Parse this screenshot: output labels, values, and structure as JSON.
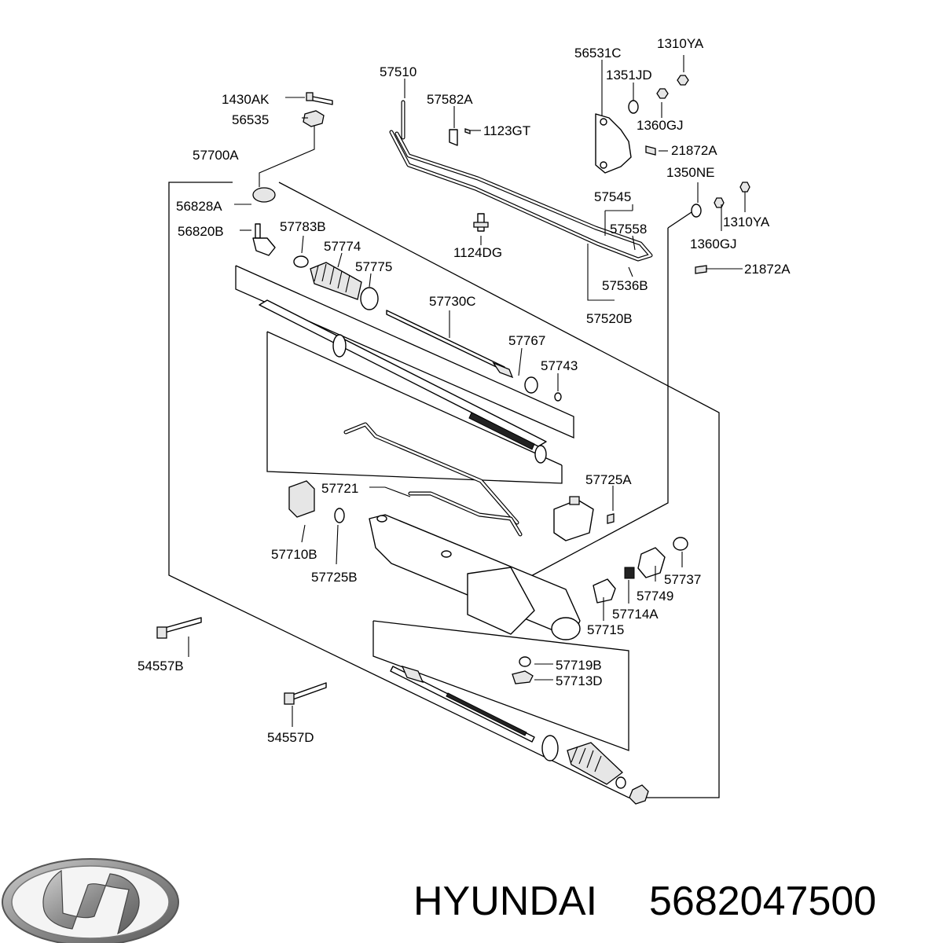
{
  "brand": {
    "name": "HYUNDAI",
    "part_number": "5682047500"
  },
  "diagram": {
    "labels": [
      {
        "key": "1310YA_top",
        "text": "1310YA"
      },
      {
        "key": "56531C",
        "text": "56531C"
      },
      {
        "key": "57510",
        "text": "57510"
      },
      {
        "key": "1351JD",
        "text": "1351JD"
      },
      {
        "key": "1430AK",
        "text": "1430AK"
      },
      {
        "key": "57582A",
        "text": "57582A"
      },
      {
        "key": "56535",
        "text": "56535"
      },
      {
        "key": "1123GT",
        "text": "1123GT"
      },
      {
        "key": "1360GJ_top",
        "text": "1360GJ"
      },
      {
        "key": "57700A",
        "text": "57700A"
      },
      {
        "key": "21872A_top",
        "text": "21872A"
      },
      {
        "key": "1350NE",
        "text": "1350NE"
      },
      {
        "key": "57545",
        "text": "57545"
      },
      {
        "key": "56828A",
        "text": "56828A"
      },
      {
        "key": "1310YA_mid",
        "text": "1310YA"
      },
      {
        "key": "56820B",
        "text": "56820B"
      },
      {
        "key": "57783B",
        "text": "57783B"
      },
      {
        "key": "57558",
        "text": "57558"
      },
      {
        "key": "1360GJ_mid",
        "text": "1360GJ"
      },
      {
        "key": "57774",
        "text": "57774"
      },
      {
        "key": "1124DG",
        "text": "1124DG"
      },
      {
        "key": "57775",
        "text": "57775"
      },
      {
        "key": "21872A_mid",
        "text": "21872A"
      },
      {
        "key": "57536B",
        "text": "57536B"
      },
      {
        "key": "57730C",
        "text": "57730C"
      },
      {
        "key": "57520B",
        "text": "57520B"
      },
      {
        "key": "57767",
        "text": "57767"
      },
      {
        "key": "57743",
        "text": "57743"
      },
      {
        "key": "57725A",
        "text": "57725A"
      },
      {
        "key": "57721",
        "text": "57721"
      },
      {
        "key": "57710B",
        "text": "57710B"
      },
      {
        "key": "57737",
        "text": "57737"
      },
      {
        "key": "57725B",
        "text": "57725B"
      },
      {
        "key": "57749",
        "text": "57749"
      },
      {
        "key": "57714A",
        "text": "57714A"
      },
      {
        "key": "57715",
        "text": "57715"
      },
      {
        "key": "54557B",
        "text": "54557B"
      },
      {
        "key": "57719B",
        "text": "57719B"
      },
      {
        "key": "57713D",
        "text": "57713D"
      },
      {
        "key": "54557D",
        "text": "54557D"
      }
    ]
  }
}
